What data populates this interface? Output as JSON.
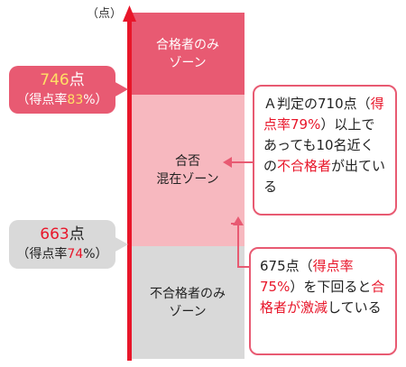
{
  "unit_label": "（点）",
  "zones": {
    "pass": {
      "line1": "合格者のみ",
      "line2": "ゾーン"
    },
    "mixed": {
      "line1": "合否",
      "line2": "混在ゾーン"
    },
    "fail": {
      "line1": "不合格者のみ",
      "line2": "ゾーン"
    }
  },
  "scores": {
    "high": {
      "score": "746",
      "unit": "点",
      "rate_prefix": "（得点率",
      "rate": "83",
      "rate_suffix": "%）"
    },
    "low": {
      "score": "663",
      "unit": "点",
      "rate_prefix": "（得点率",
      "rate": "74",
      "rate_suffix": "%）"
    }
  },
  "callout_a": {
    "p1": "Ａ判定の710点",
    "p2": "（",
    "p3": "得点率79%",
    "p4": "）以上であっても10名近くの",
    "p5": "不合格者",
    "p6": "が出ている"
  },
  "callout_b": {
    "p1": "675点（",
    "p2": "得点率75%",
    "p3": "）を下回ると",
    "p4": "合格者が激減",
    "p5": "している"
  },
  "colors": {
    "accent": "#e8162a",
    "pass_zone": "#e85a72",
    "mixed_zone": "#f7b8bf",
    "fail_zone": "#d9d9d9"
  }
}
